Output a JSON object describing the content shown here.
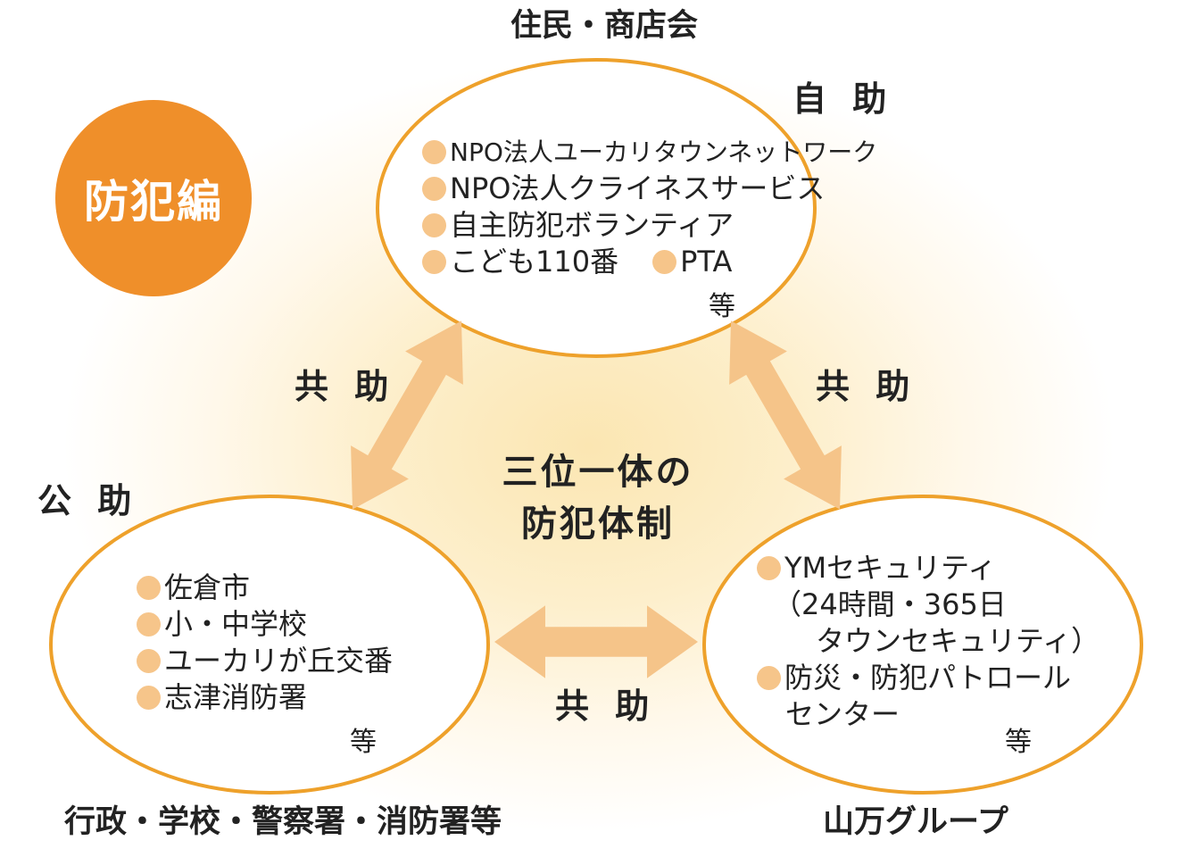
{
  "badge": {
    "label": "防犯編"
  },
  "center": {
    "line1": "三位一体の",
    "line2": "防犯体制"
  },
  "self_help": {
    "group": "住民・商店会",
    "role": "自 助",
    "items": [
      "NPO法人ユーカリタウンネットワーク",
      "NPO法人クライネスサービス",
      "自主防犯ボランティア",
      "こども110番"
    ],
    "inline_item": "PTA",
    "etc": "等"
  },
  "public_help": {
    "group": "行政・学校・警察署・消防署等",
    "role": "公 助",
    "items": [
      "佐倉市",
      "小・中学校",
      "ユーカリが丘交番",
      "志津消防署"
    ],
    "etc": "等"
  },
  "yamaman": {
    "group": "山万グループ",
    "item1": "YMセキュリティ",
    "item1_sub1": "（24時間・365日",
    "item1_sub2": "タウンセキュリティ）",
    "item2": "防災・防犯パトロール",
    "item2_sub": "センター",
    "etc": "等"
  },
  "mutual": {
    "left": "共 助",
    "right": "共 助",
    "bottom": "共 助"
  },
  "colors": {
    "ellipse_stroke": "#eea12b",
    "arrow": "#f5c489",
    "badge": "#ef8f2a",
    "bullet": "#f6c58a"
  }
}
